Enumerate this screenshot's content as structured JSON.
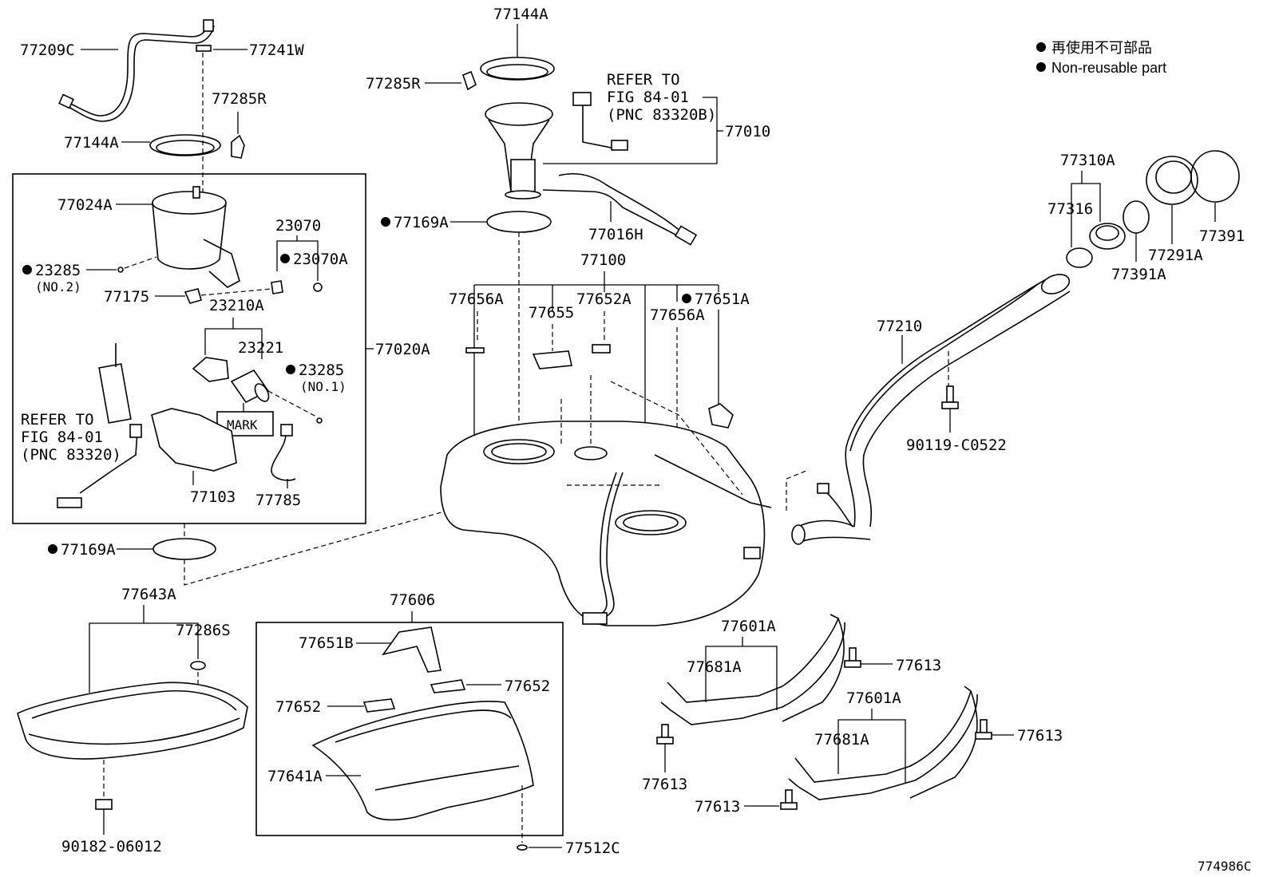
{
  "legend": {
    "line1": "再使用不可部品",
    "line2": "Non-reusable part"
  },
  "diagram_id": "774986C",
  "labels": {
    "p77209C": "77209C",
    "p77241W": "77241W",
    "p77285R_l": "77285R",
    "p77144A_l": "77144A",
    "p77024A": "77024A",
    "p23285_2": "23285",
    "no2": "(NO.2)",
    "p77175": "77175",
    "p23070": "23070",
    "p23070A": "23070A",
    "p23210A": "23210A",
    "p23221": "23221",
    "p23285_1": "23285",
    "no1": "(NO.1)",
    "p77020A": "77020A",
    "refer_l1": "REFER TO",
    "refer_l2": "FIG 84-01",
    "refer_l3": "(PNC 83320)",
    "mark": "MARK",
    "p77103": "77103",
    "p77785": "77785",
    "p77169A_l": "77169A",
    "p77643A": "77643A",
    "p77286S": "77286S",
    "p90182": "90182-06012",
    "p77144A_t": "77144A",
    "p77285R_t": "77285R",
    "refer_t1": "REFER TO",
    "refer_t2": "FIG 84-01",
    "refer_t3": "(PNC 83320B)",
    "p77010": "77010",
    "p77169A_t": "77169A",
    "p77016H": "77016H",
    "p77100": "77100",
    "p77656A_1": "77656A",
    "p77655": "77655",
    "p77652A": "77652A",
    "p77651A": "77651A",
    "p77656A_2": "77656A",
    "p77606": "77606",
    "p77651B": "77651B",
    "p77652_r": "77652",
    "p77652_l": "77652",
    "p77641A": "77641A",
    "p77512C": "77512C",
    "p77310A": "77310A",
    "p77316": "77316",
    "p77391": "77391",
    "p77291A": "77291A",
    "p77391A": "77391A",
    "p77210": "77210",
    "p90119": "90119-C0522",
    "p77601A_1": "77601A",
    "p77681A_1": "77681A",
    "p77613_1": "77613",
    "p77601A_2": "77601A",
    "p77681A_2": "77681A",
    "p77613_2": "77613",
    "p77613_3": "77613",
    "p77613_4": "77613"
  }
}
